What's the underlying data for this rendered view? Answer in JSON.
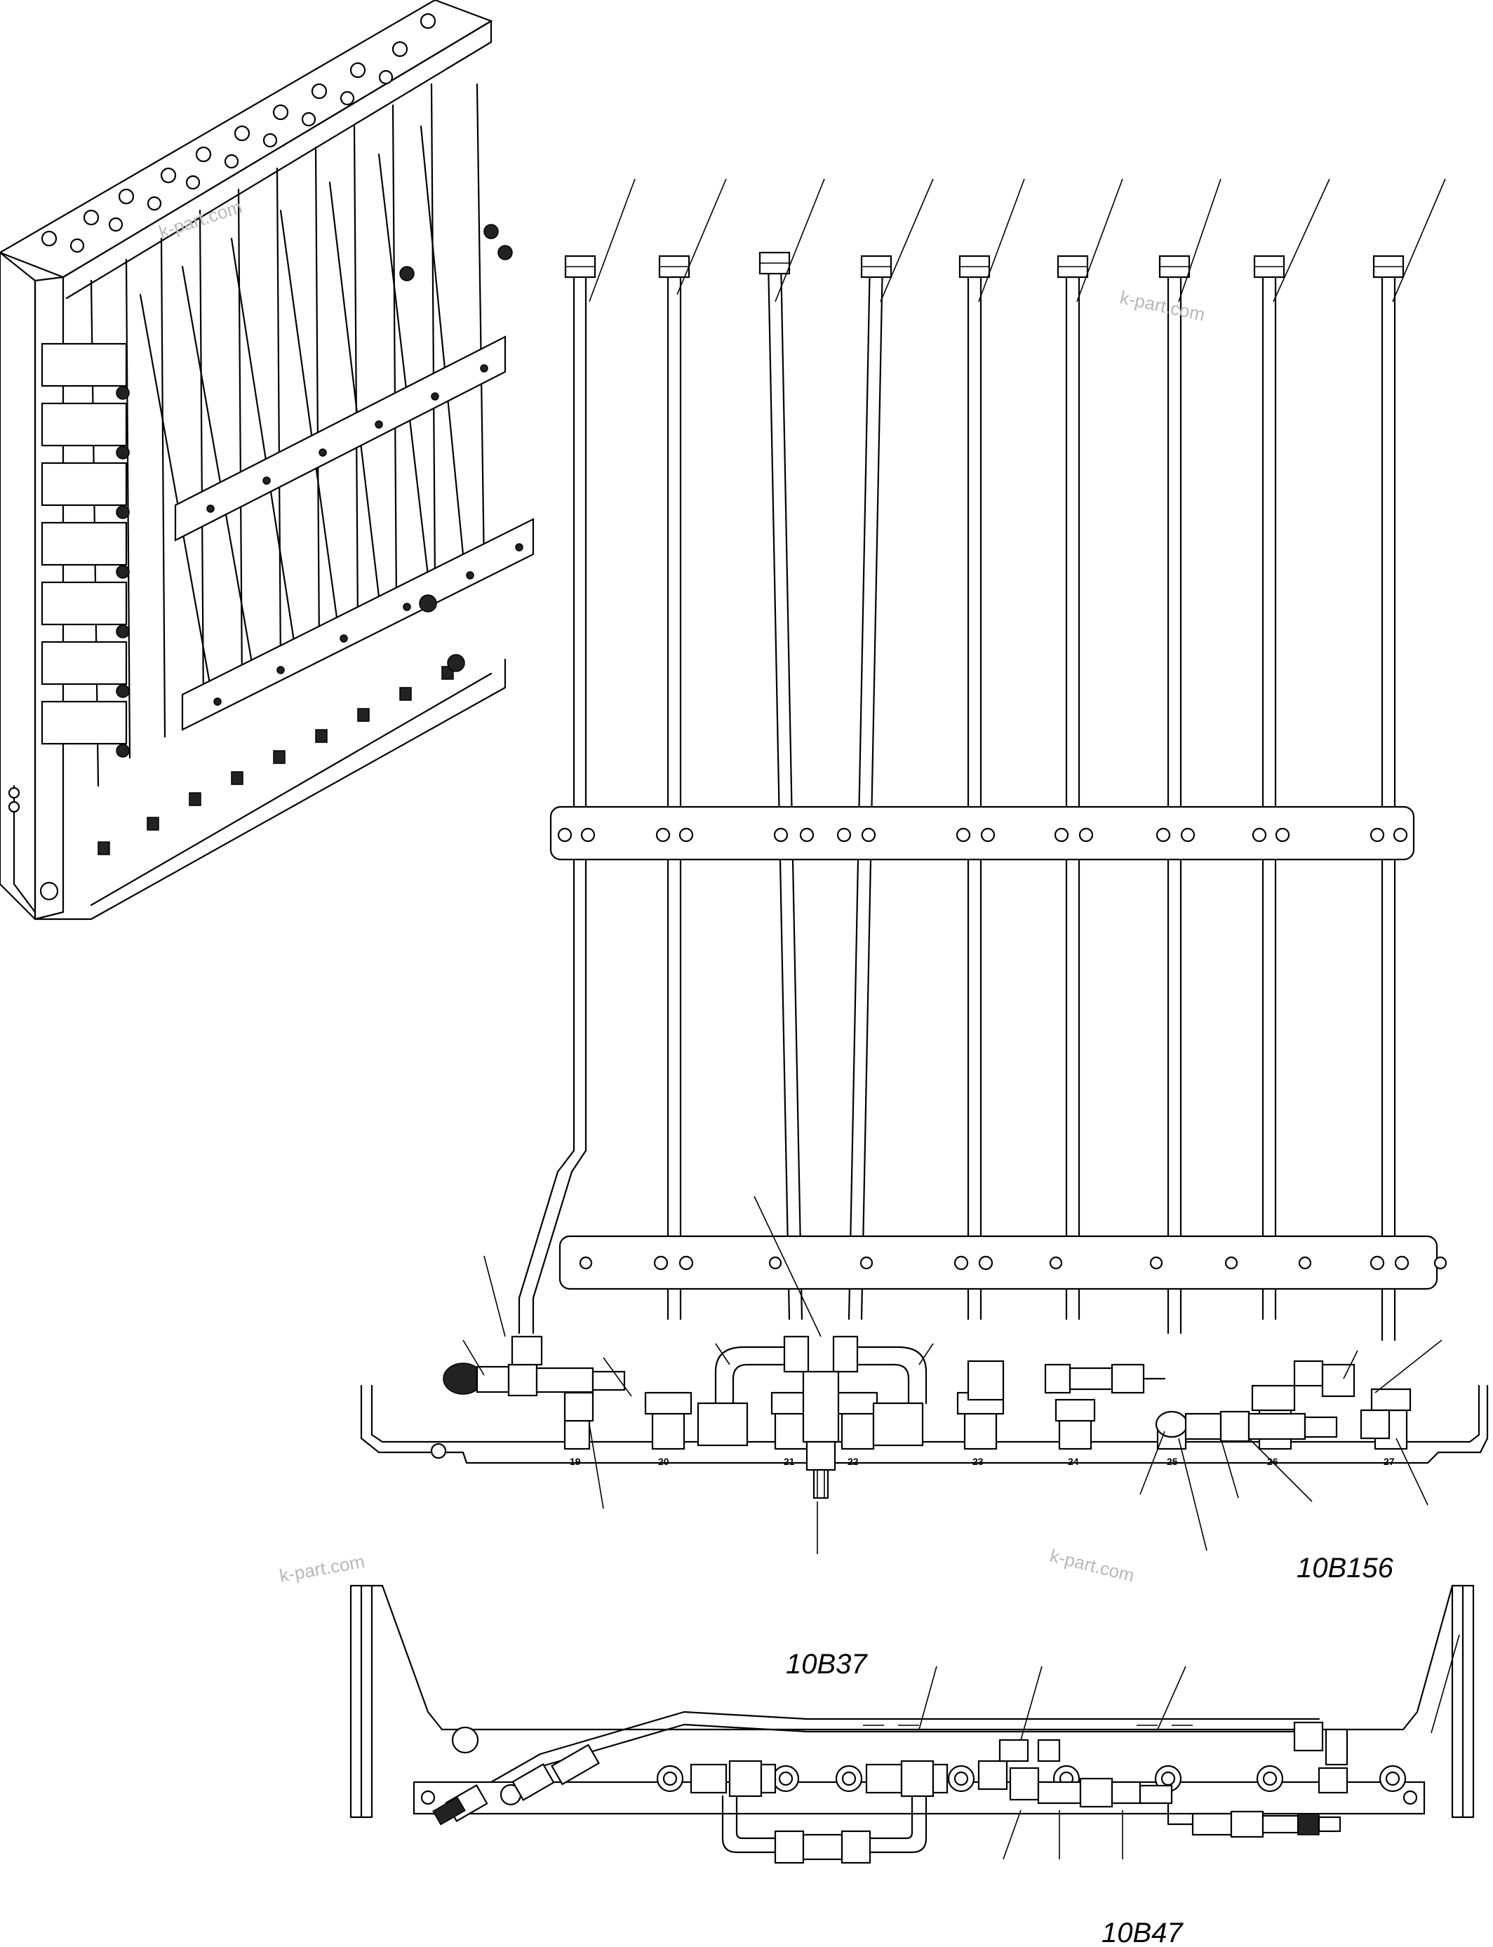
{
  "labels": {
    "view_b156": "10B156",
    "view_b37": "10B37",
    "view_b47": "10B47"
  },
  "watermarks": [
    "k-part.com",
    "k-part.com",
    "k-part.com",
    "k-part.com"
  ],
  "port_numbers": [
    "19",
    "20",
    "21",
    "22",
    "23",
    "24",
    "25",
    "26",
    "27"
  ]
}
